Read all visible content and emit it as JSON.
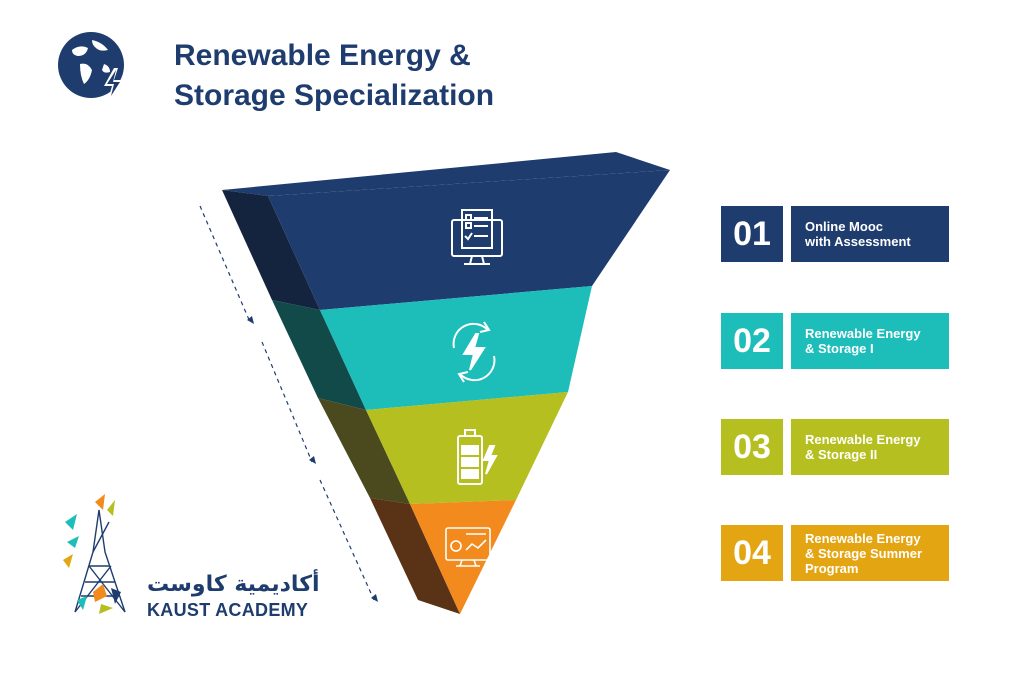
{
  "header": {
    "title_line1": "Renewable Energy &",
    "title_line2": "Storage Specialization",
    "icon": "globe-lightning-icon"
  },
  "colors": {
    "navy": "#1e3d6e",
    "teal": "#1dbdb9",
    "olive": "#b5bf1f",
    "orange": "#f28a1d",
    "step4": "#e4a512"
  },
  "funnel_levels": [
    {
      "icon": "monitor-checklist-icon"
    },
    {
      "icon": "energy-cycle-icon"
    },
    {
      "icon": "battery-charging-icon"
    },
    {
      "icon": "dashboard-monitor-icon"
    }
  ],
  "steps": [
    {
      "number": "01",
      "label": "Online Mooc\nwith Assessment"
    },
    {
      "number": "02",
      "label": "Renewable Energy\n& Storage I"
    },
    {
      "number": "03",
      "label": "Renewable Energy\n& Storage II"
    },
    {
      "number": "04",
      "label": "Renewable Energy\n& Storage Summer\nProgram"
    }
  ],
  "logo": {
    "arabic": "أكاديمية كاوست",
    "name": "KAUST ACADEMY"
  }
}
